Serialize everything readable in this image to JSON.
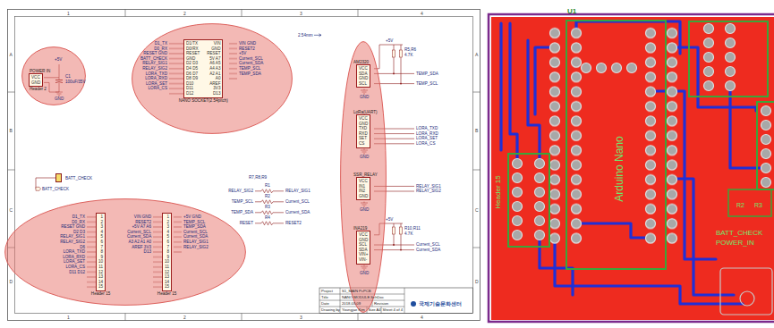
{
  "diagram": {
    "nodes": [
      {
        "text": [
          "C1",
          "100uF/35V",
          "+5V",
          "GND"
        ]
      },
      {
        "text": [
          "POWER IN",
          "VCC GND",
          "Header 2"
        ],
        "in": 0
      },
      {
        "text": [
          "D1_TX D0_RX RESET GND BATT_CHECK RELAY_SIG1 RELAY_SIG2 LORA_TXD LORA_RXD LORA_SET LORA_CS",
          "VIN GND RESET2 +5V Current_SCL Current_SDA TEMP_SCL TEMP_SDA"
        ]
      },
      {
        "text": [
          "NANO SOCKET(2.54pitch)",
          "D1/TX D0/RX RESET GND D2 D3 D4 D5 D6 D7 D8 D9 D10 D11 D12",
          "VIN GND RESET 5V A7 A6 A5 A4 A3 A2 A1 A0 AREF 3V3 D13"
        ],
        "in": 2
      },
      {
        "text": [
          "BATT_CHECK"
        ]
      },
      {
        "text": [
          "D1_TX D0_RX RESET GND D2 D3 RELAY_SIG1 RELAY_SIG2 D6 LORA_TXD LORA_RXD LORA_SET LORA_CS D11 D12",
          "VIN GND RESET2 +5V A7 A6 Current_SCL Current_SDA A3 A2 A1 A0 AREF 3V3 D13",
          "+5V GND TEMP_SCL TEMP_SDA Current_SCL Current_SDA RELAY_SIG1 RELAY_SIG2"
        ]
      },
      {
        "text": [
          "Header 15",
          "1 2 3 4 5 6 7 8 9 10 11 12 13 14 15"
        ],
        "in": 5
      },
      {
        "text": [
          "Header 15",
          "1 2 3 4 5 6 7 8 9 10 11 12 13 14 15"
        ],
        "in": 5
      },
      {
        "text": [
          "GND",
          "GND",
          "GND",
          "GND"
        ]
      },
      {
        "text": [
          "AM2320",
          "VCC SDA GND SCL"
        ],
        "in": 8
      },
      {
        "text": [
          "LoRa(UART)",
          "VCC GND TXD RXD SET CS"
        ],
        "in": 8
      },
      {
        "text": [
          "SSR_RELAY",
          "VCC IN1 IN2 GND"
        ],
        "in": 8
      },
      {
        "text": [
          "INA219",
          "VCC GND SCL SDA VIN+ VIN-"
        ],
        "in": 8
      },
      {
        "text": [
          "U1",
          "Arduino Nano"
        ]
      }
    ],
    "labels": [
      "1",
      "2",
      "3",
      "4",
      "1",
      "2",
      "3",
      "4",
      "A",
      "B",
      "C",
      "D",
      "A",
      "B",
      "C",
      "D",
      "2.54mm",
      "BATT_CHECK",
      "R7,R8,R9",
      "RELAY_SIG2",
      "TEMP_SCL",
      "TEMP_SDA",
      "RESET",
      "R1",
      "R2",
      "R3",
      "R4",
      "RELAY_SIG1",
      "Current_SCL",
      "Current_SDA",
      "RESET2",
      "+5V",
      "R5,R6",
      "4.7K",
      "TEMP_SDA",
      "TEMP_SCL",
      "LORA_TXD",
      "LORA_RXD",
      "LORA_SET",
      "LORA_CS",
      "RELAY_SIG1",
      "RELAY_SIG2",
      "+5V",
      "R10,R11",
      "4.7K",
      "Current_SCL",
      "Current_SDA",
      "Project",
      "S1_MAIN PcPCB",
      "Title",
      "NANO MODULE.SchDoc",
      "Date",
      "2018.03.09",
      "Revision",
      "Drawing by",
      "Youngjae Kim",
      "Size A4",
      "Sheet 4 of 4",
      "국제기술문화센터",
      "Header 15",
      "R2",
      "R3",
      "BATT_CHECK",
      "POWER_IN"
    ]
  }
}
